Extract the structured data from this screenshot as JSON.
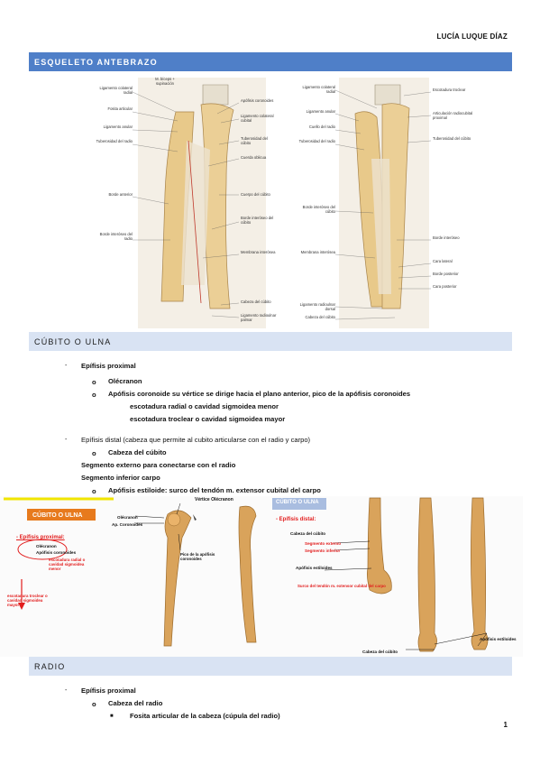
{
  "header": {
    "author": "LUCÍA LUQUE DÍAZ"
  },
  "sections": {
    "s1": "ESQUELETO ANTEBRAZO",
    "s2": "CÚBITO O ULNA",
    "s3": "RADIO"
  },
  "fig1": {
    "labels_left": [
      "Ligamento colateral radial",
      "Fosita articular",
      "Ligamento anular",
      "Tuberosidad del radio",
      "Borde anterior",
      "Borde interóseo del radio"
    ],
    "labels_right": [
      "Apófisis coronoides",
      "Ligamento colateral cubital",
      "Tuberosidad del cúbito",
      "Cuerda oblicua",
      "Cuerpo del cúbito",
      "Borde interóseo del cúbito",
      "Membrana interósea",
      "Cabeza del cúbito",
      "Ligamento radioulnar palmar"
    ],
    "top_note": "M. bíceps + supinación"
  },
  "fig2": {
    "labels_left": [
      "Ligamento colateral radial",
      "Ligamento anular",
      "Cuello del radio",
      "Tuberosidad del radio",
      "Borde interóseo del cúbito",
      "Membrana interósea"
    ],
    "labels_right": [
      "Escotadura troclear",
      "Articulación radiocubital proximal",
      "Tuberosidad del cúbito",
      "Borde interóseo",
      "Cara lateral",
      "Borde posterior",
      "Cara posterior",
      "Ligamento radioulnar dorsal",
      "Cabeza del cúbito"
    ]
  },
  "list": {
    "epi_prox": "Epífisis proximal",
    "olecranon": "Olécranon",
    "coronoides": "Apófisis coronoide su vértice se dirige hacia el plano anterior, pico de la apófisis coronoides",
    "esc_radial": "escotadura radial o cavidad sigmoidea menor",
    "esc_troclear": "escotadura troclear o cavidad sigmoidea mayor",
    "epi_dist": "Epífisis distal (cabeza que permite al cubito articularse con el radio y carpo)",
    "cabeza": "Cabeza del cúbito",
    "seg_ext": "Segmento externo para conectarse con el radio",
    "seg_inf": "Segmento inferior carpo",
    "estiloide": "Apófisis estiloide: surco del tendón m. extensor cubital del carpo"
  },
  "slide1": {
    "title": "CÚBITO O ULNA",
    "epi_prox": "- Epífisis proximal:",
    "olecranon": "Olécranon",
    "coronoides": "Apófisis coronoides",
    "esc_radial": "escotadura radial o cavidad sigmoidea menor",
    "esc_troclear": "escotadura troclear o cavidad sigmoidea mayor",
    "vertice": "Vértice Olécranon",
    "olecranon2": "Olécranon",
    "ap_coronoides": "Ap. Coronoides",
    "pico": "Pico de la apófisis coronoides"
  },
  "slide2": {
    "title": "CÚBITO O ULNA",
    "epi_dist": "- Epífisis distal:",
    "cabeza": "Cabeza del cúbito",
    "seg_ext": "Segmento externo",
    "seg_inf": "Segmento inferior",
    "estiloides": "Apófisis estiloides",
    "surco": "Surco del tendón m. extensor cubital del carpo",
    "ap_estiloides": "Apófisis estiloides",
    "cabeza2": "Cabeza del cúbito"
  },
  "radio_list": {
    "epi_prox": "Epífisis proximal",
    "cabeza": "Cabeza del radio",
    "fosita": "Fosita articular de la cabeza (cúpula del radio)"
  },
  "page": "1",
  "colors": {
    "band_dark": "#4f7fc8",
    "band_light": "#d9e3f3",
    "bone": "#e8c98a",
    "red": "#e21d1d"
  }
}
